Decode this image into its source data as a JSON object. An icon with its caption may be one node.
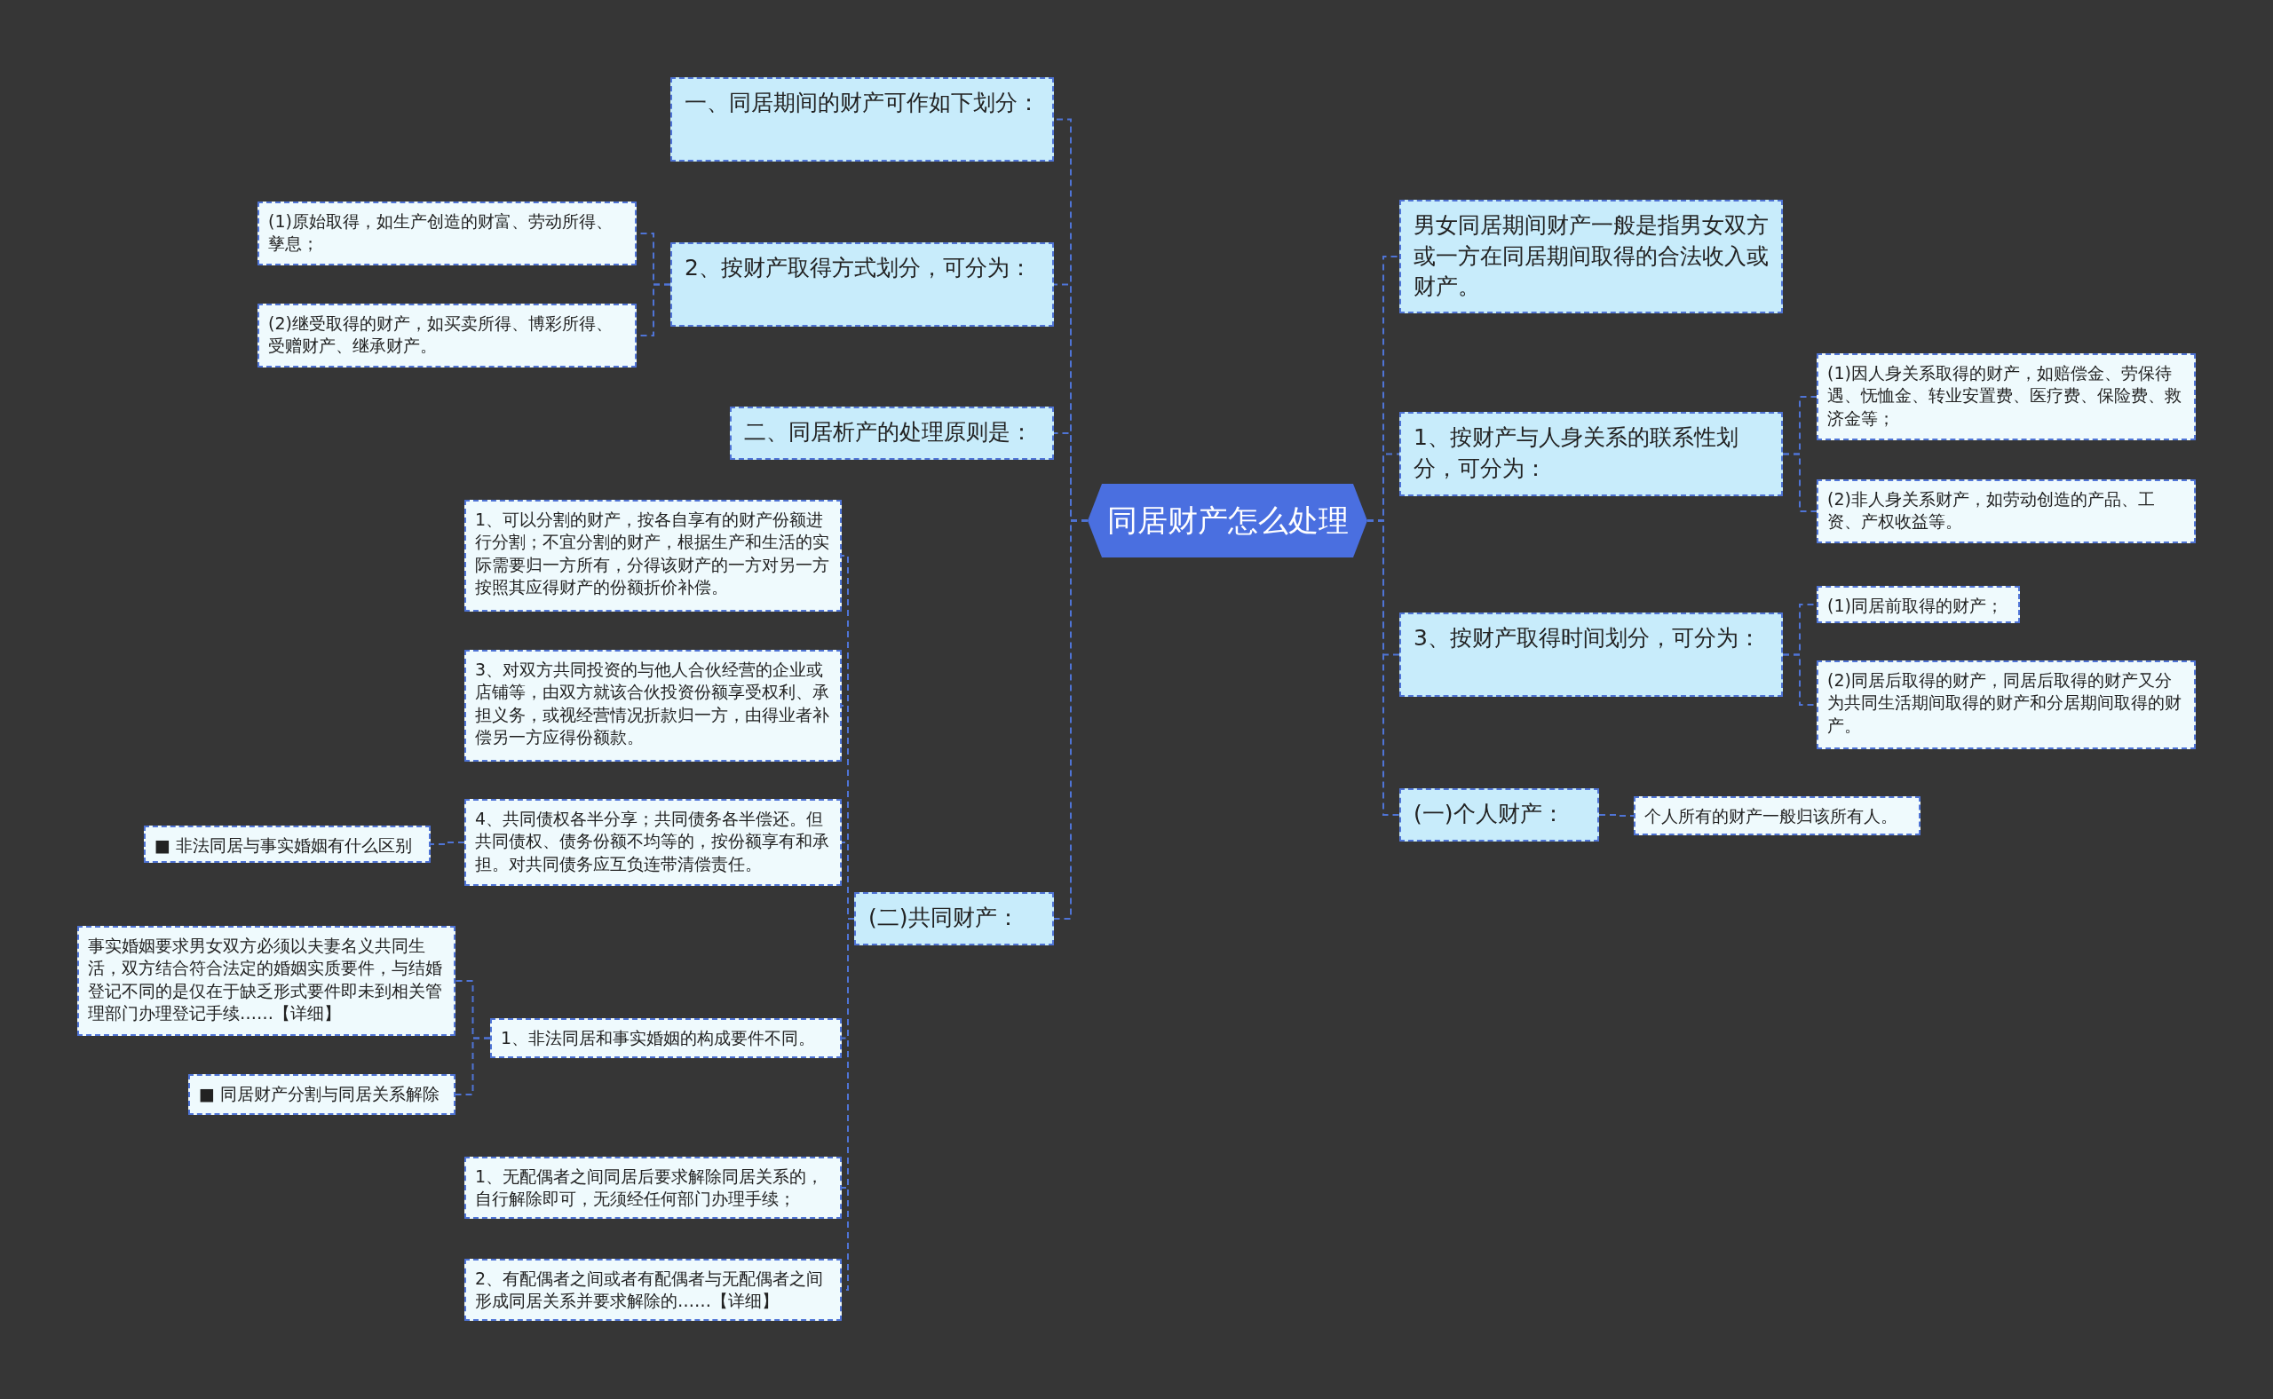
{
  "diagram": {
    "nodes": [
      {
        "text": [
          "同居财产怎么处理"
        ]
      },
      {
        "text": [
          "一、同居期间的财产可作如下划分："
        ]
      },
      {
        "text": [
          "2、按财产取得方式划分，可分为："
        ]
      },
      {
        "text": [
          "(1)原始取得，如生产创造的财富、劳动所得、孳息；"
        ]
      },
      {
        "text": [
          "(2)继受取得的财产，如买卖所得、博彩所得、受赠财产、继承财产。"
        ]
      },
      {
        "text": [
          "二、同居析产的处理原则是："
        ]
      },
      {
        "text": [
          "(二)共同财产："
        ]
      },
      {
        "text": [
          "1、可以分割的财产，按各自享有的财产份额进行分割；不宜分割的财产，根据生产和生活的实际需要归一方所有，分得该财产的一方对另一方按照其应得财产的份额折价补偿。"
        ]
      },
      {
        "text": [
          "3、对双方共同投资的与他人合伙经营的企业或店铺等，由双方就该合伙投资份额享受权利、承担义务，或视经营情况折款归一方，由得业者补偿另一方应得份额款。"
        ]
      },
      {
        "text": [
          "4、共同债权各半分享；共同债务各半偿还。但共同债权、债务份额不均等的，按份额享有和承担。对共同债务应互负连带清偿责任。"
        ]
      },
      {
        "text": [
          "■ 非法同居与事实婚姻有什么区别"
        ]
      },
      {
        "text": [
          "1、非法同居和事实婚姻的构成要件不同。"
        ]
      },
      {
        "text": [
          "事实婚姻要求男女双方必须以夫妻名义共同生活，双方结合符合法定的婚姻实质要件，与结婚登记不同的是仅在于缺乏形式要件即未到相关管理部门办理登记手续……【详细】"
        ]
      },
      {
        "text": [
          "■ 同居财产分割与同居关系解除"
        ]
      },
      {
        "text": [
          "1、无配偶者之间同居后要求解除同居关系的，自行解除即可，无须经任何部门办理手续；"
        ]
      },
      {
        "text": [
          "2、有配偶者之间或者有配偶者与无配偶者之间形成同居关系并要求解除的……【详细】"
        ]
      },
      {
        "text": [
          "男女同居期间财产一般是指男女双方或一方在同居期间取得的合法收入或财产。"
        ]
      },
      {
        "text": [
          "1、按财产与人身关系的联系性划分，可分为："
        ]
      },
      {
        "text": [
          "(1)因人身关系取得的财产，如赔偿金、劳保待遇、怃恤金、转业安置费、医疗费、保险费、救济金等；"
        ]
      },
      {
        "text": [
          "(2)非人身关系财产，如劳动创造的产品、工资、产权收益等。"
        ]
      },
      {
        "text": [
          "3、按财产取得时间划分，可分为："
        ]
      },
      {
        "text": [
          "(1)同居前取得的财产；"
        ]
      },
      {
        "text": [
          "(2)同居后取得的财产，同居后取得的财产又分为共同生活期间取得的财产和分居期间取得的财产。"
        ]
      },
      {
        "text": [
          "(一)个人财产："
        ]
      },
      {
        "text": [
          "个人所有的财产一般归该所有人。"
        ]
      }
    ],
    "edges": [
      {
        "from": 0,
        "to": 1,
        "arrow": "none"
      },
      {
        "from": 0,
        "to": 2,
        "arrow": "none"
      },
      {
        "from": 2,
        "to": 3,
        "arrow": "none"
      },
      {
        "from": 2,
        "to": 4,
        "arrow": "none"
      },
      {
        "from": 0,
        "to": 5,
        "arrow": "none"
      },
      {
        "from": 0,
        "to": 6,
        "arrow": "none"
      },
      {
        "from": 6,
        "to": 7,
        "arrow": "none"
      },
      {
        "from": 6,
        "to": 8,
        "arrow": "none"
      },
      {
        "from": 6,
        "to": 9,
        "arrow": "none"
      },
      {
        "from": 9,
        "to": 10,
        "arrow": "none"
      },
      {
        "from": 6,
        "to": 11,
        "arrow": "none"
      },
      {
        "from": 11,
        "to": 12,
        "arrow": "none"
      },
      {
        "from": 11,
        "to": 13,
        "arrow": "none"
      },
      {
        "from": 6,
        "to": 14,
        "arrow": "none"
      },
      {
        "from": 6,
        "to": 15,
        "arrow": "none"
      },
      {
        "from": 0,
        "to": 16,
        "arrow": "none"
      },
      {
        "from": 0,
        "to": 17,
        "arrow": "none"
      },
      {
        "from": 17,
        "to": 18,
        "arrow": "none"
      },
      {
        "from": 17,
        "to": 19,
        "arrow": "none"
      },
      {
        "from": 0,
        "to": 20,
        "arrow": "none"
      },
      {
        "from": 20,
        "to": 21,
        "arrow": "none"
      },
      {
        "from": 20,
        "to": 22,
        "arrow": "none"
      },
      {
        "from": 0,
        "to": 23,
        "arrow": "none"
      },
      {
        "from": 23,
        "to": 24,
        "arrow": "none"
      }
    ]
  }
}
